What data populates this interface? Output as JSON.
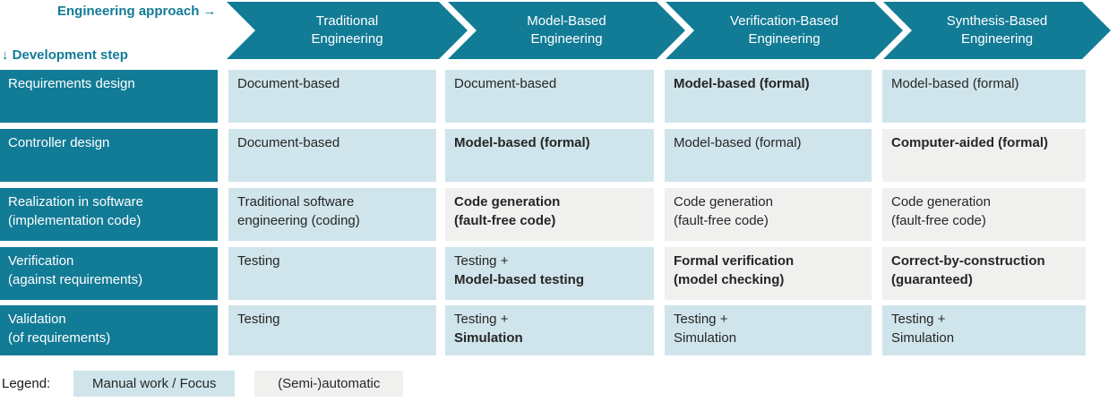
{
  "palette": {
    "teal": "#127b96",
    "manual_cell": "#cfe5eb",
    "auto_cell": "#f0f0ef",
    "cell_text": "#262626",
    "header_text": "#ffffff"
  },
  "top": {
    "approach_label": "Engineering approach →",
    "step_label": "↓ Development step"
  },
  "approaches": [
    {
      "lines": [
        "Traditional",
        "Engineering"
      ]
    },
    {
      "lines": [
        "Model-Based",
        "Engineering"
      ]
    },
    {
      "lines": [
        "Verification-Based",
        "Engineering"
      ]
    },
    {
      "lines": [
        "Synthesis-Based",
        "Engineering"
      ]
    }
  ],
  "rows": [
    {
      "label": [
        "Requirements design"
      ],
      "cells": [
        {
          "type": "manual",
          "lines": [
            {
              "text": "Document-based",
              "bold": false
            }
          ]
        },
        {
          "type": "manual",
          "lines": [
            {
              "text": "Document-based",
              "bold": false
            }
          ]
        },
        {
          "type": "manual",
          "lines": [
            {
              "text": "Model-based (formal)",
              "bold": true
            }
          ]
        },
        {
          "type": "manual",
          "lines": [
            {
              "text": "Model-based (formal)",
              "bold": false
            }
          ]
        }
      ]
    },
    {
      "label": [
        "Controller design"
      ],
      "cells": [
        {
          "type": "manual",
          "lines": [
            {
              "text": "Document-based",
              "bold": false
            }
          ]
        },
        {
          "type": "manual",
          "lines": [
            {
              "text": "Model-based (formal)",
              "bold": true
            }
          ]
        },
        {
          "type": "manual",
          "lines": [
            {
              "text": "Model-based (formal)",
              "bold": false
            }
          ]
        },
        {
          "type": "auto",
          "lines": [
            {
              "text": "Computer-aided (formal)",
              "bold": true
            }
          ]
        }
      ]
    },
    {
      "label": [
        "Realization in software",
        "(implementation code)"
      ],
      "cells": [
        {
          "type": "manual",
          "lines": [
            {
              "text": "Traditional software",
              "bold": false
            },
            {
              "text": "engineering (coding)",
              "bold": false
            }
          ]
        },
        {
          "type": "auto",
          "lines": [
            {
              "text": "Code generation",
              "bold": true
            },
            {
              "text": "(fault-free code)",
              "bold": true
            }
          ]
        },
        {
          "type": "auto",
          "lines": [
            {
              "text": "Code generation",
              "bold": false
            },
            {
              "text": "(fault-free code)",
              "bold": false
            }
          ]
        },
        {
          "type": "auto",
          "lines": [
            {
              "text": "Code generation",
              "bold": false
            },
            {
              "text": "(fault-free code)",
              "bold": false
            }
          ]
        }
      ]
    },
    {
      "label": [
        "Verification",
        "(against requirements)"
      ],
      "cells": [
        {
          "type": "manual",
          "lines": [
            {
              "text": "Testing",
              "bold": false
            }
          ]
        },
        {
          "type": "manual",
          "lines": [
            {
              "text": "Testing +",
              "bold": false
            },
            {
              "text": "Model-based testing",
              "bold": true
            }
          ]
        },
        {
          "type": "auto",
          "lines": [
            {
              "text": "Formal verification",
              "bold": true
            },
            {
              "text": "(model checking)",
              "bold": true
            }
          ]
        },
        {
          "type": "auto",
          "lines": [
            {
              "text": "Correct-by-construction",
              "bold": true
            },
            {
              "text": "(guaranteed)",
              "bold": true
            }
          ]
        }
      ]
    },
    {
      "label": [
        "Validation",
        "(of requirements)"
      ],
      "cells": [
        {
          "type": "manual",
          "lines": [
            {
              "text": "Testing",
              "bold": false
            }
          ]
        },
        {
          "type": "manual",
          "lines": [
            {
              "text": "Testing +",
              "bold": false
            },
            {
              "text": "Simulation",
              "bold": true
            }
          ]
        },
        {
          "type": "manual",
          "lines": [
            {
              "text": "Testing +",
              "bold": false
            },
            {
              "text": "Simulation",
              "bold": false
            }
          ]
        },
        {
          "type": "manual",
          "lines": [
            {
              "text": "Testing +",
              "bold": false
            },
            {
              "text": "Simulation",
              "bold": false
            }
          ]
        }
      ]
    }
  ],
  "legend": {
    "label": "Legend:",
    "items": [
      {
        "text": "Manual work / Focus",
        "type": "manual"
      },
      {
        "text": "(Semi-)automatic",
        "type": "auto"
      }
    ]
  }
}
